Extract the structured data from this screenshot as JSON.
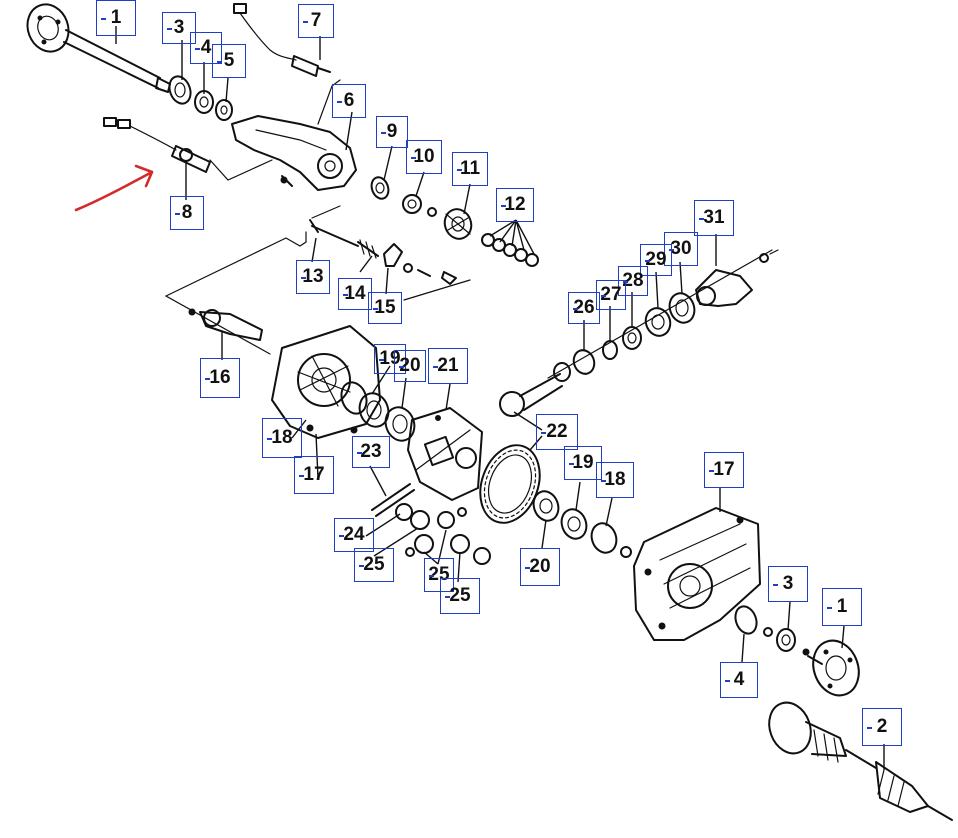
{
  "diagram": {
    "arrow_color": "#d42a2a",
    "callout_border_color": "#1f3fc4",
    "callouts": [
      {
        "id": "c1a",
        "label": "1"
      },
      {
        "id": "c3a",
        "label": "3"
      },
      {
        "id": "c4a",
        "label": "4"
      },
      {
        "id": "c5",
        "label": "5"
      },
      {
        "id": "c7",
        "label": "7"
      },
      {
        "id": "c6",
        "label": "6"
      },
      {
        "id": "c9",
        "label": "9"
      },
      {
        "id": "c10",
        "label": "10"
      },
      {
        "id": "c11",
        "label": "11"
      },
      {
        "id": "c12",
        "label": "12"
      },
      {
        "id": "c8",
        "label": "8"
      },
      {
        "id": "c31",
        "label": "31"
      },
      {
        "id": "c13",
        "label": "13"
      },
      {
        "id": "c14",
        "label": "14"
      },
      {
        "id": "c15",
        "label": "15"
      },
      {
        "id": "c30",
        "label": "30"
      },
      {
        "id": "c29",
        "label": "29"
      },
      {
        "id": "c28",
        "label": "28"
      },
      {
        "id": "c27",
        "label": "27"
      },
      {
        "id": "c26",
        "label": "26"
      },
      {
        "id": "c16",
        "label": "16"
      },
      {
        "id": "c19a",
        "label": "19"
      },
      {
        "id": "c20a",
        "label": "20"
      },
      {
        "id": "c21",
        "label": "21"
      },
      {
        "id": "c22",
        "label": "22"
      },
      {
        "id": "c18a",
        "label": "18"
      },
      {
        "id": "c17a",
        "label": "17"
      },
      {
        "id": "c23",
        "label": "23"
      },
      {
        "id": "c19b",
        "label": "19"
      },
      {
        "id": "c18b",
        "label": "18"
      },
      {
        "id": "c17b",
        "label": "17"
      },
      {
        "id": "c24",
        "label": "24"
      },
      {
        "id": "c25a",
        "label": "25"
      },
      {
        "id": "c25b",
        "label": "25"
      },
      {
        "id": "c25c",
        "label": "25"
      },
      {
        "id": "c20b",
        "label": "20"
      },
      {
        "id": "c3b",
        "label": "3"
      },
      {
        "id": "c1b",
        "label": "1"
      },
      {
        "id": "c4b",
        "label": "4"
      },
      {
        "id": "c2",
        "label": "2"
      }
    ]
  }
}
